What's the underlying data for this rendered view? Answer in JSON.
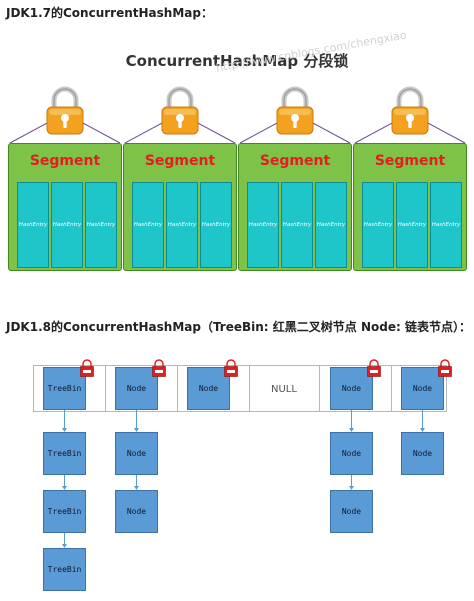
{
  "section17": {
    "heading": "JDK1.7的ConcurrentHashMap：",
    "title": "ConcurrentHashMap 分段锁",
    "watermark": "http://www.cnblogs.com/chengxiao",
    "segments": [
      {
        "label": "Segment",
        "entries": [
          "HashEntry",
          "HashEntry",
          "HashEntry"
        ]
      },
      {
        "label": "Segment",
        "entries": [
          "HashEntry",
          "HashEntry",
          "HashEntry"
        ]
      },
      {
        "label": "Segment",
        "entries": [
          "HashEntry",
          "HashEntry",
          "HashEntry"
        ]
      },
      {
        "label": "Segment",
        "entries": [
          "HashEntry",
          "HashEntry",
          "HashEntry"
        ]
      }
    ],
    "colors": {
      "segment": "#7ec247",
      "entry": "#1ec5c9",
      "lock": "#f3a11e",
      "segment_text": "#e02020"
    }
  },
  "section18": {
    "heading": "JDK1.8的ConcurrentHashMap（TreeBin: 红黑二叉树节点 Node: 链表节点）：",
    "buckets": [
      {
        "head": "TreeBin",
        "chain": [
          "TreeBin",
          "TreeBin",
          "TreeBin"
        ]
      },
      {
        "head": "Node",
        "chain": [
          "Node",
          "Node"
        ]
      },
      {
        "head": "Node",
        "chain": []
      },
      {
        "head": "NULL",
        "chain": []
      },
      {
        "head": "Node",
        "chain": [
          "Node",
          "Node"
        ]
      },
      {
        "head": "Node",
        "chain": [
          "Node"
        ]
      }
    ],
    "colors": {
      "node": "#5b9bd5",
      "lock": "#e02020",
      "arrow": "#5b9bd5"
    }
  }
}
